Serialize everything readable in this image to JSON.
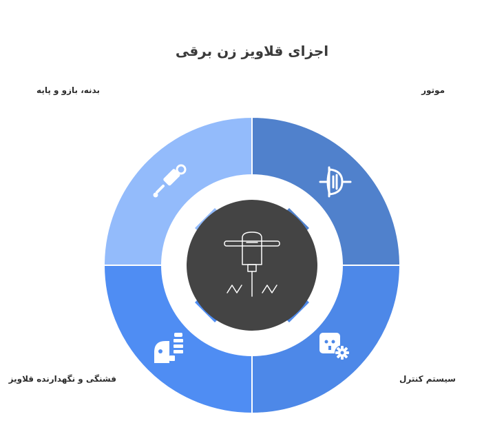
{
  "title": "اجزای قلاویز زن برقی",
  "segments": [
    {
      "id": "motor",
      "label": "موتور",
      "color": "#5081cc",
      "icon": "motor-icon"
    },
    {
      "id": "body",
      "label": "بدنه، بازو و پایه",
      "color": "#93bbfb",
      "icon": "arm-icon"
    },
    {
      "id": "chuck",
      "label": "فشنگی و نگهدارنده قلاویز",
      "color": "#4f8df3",
      "icon": "chuck-icon"
    },
    {
      "id": "control",
      "label": "سیستم کنترل",
      "color": "#4d88e8",
      "icon": "control-system-icon"
    }
  ],
  "center": {
    "color": "#444444",
    "icon": "tapping-machine-icon"
  }
}
